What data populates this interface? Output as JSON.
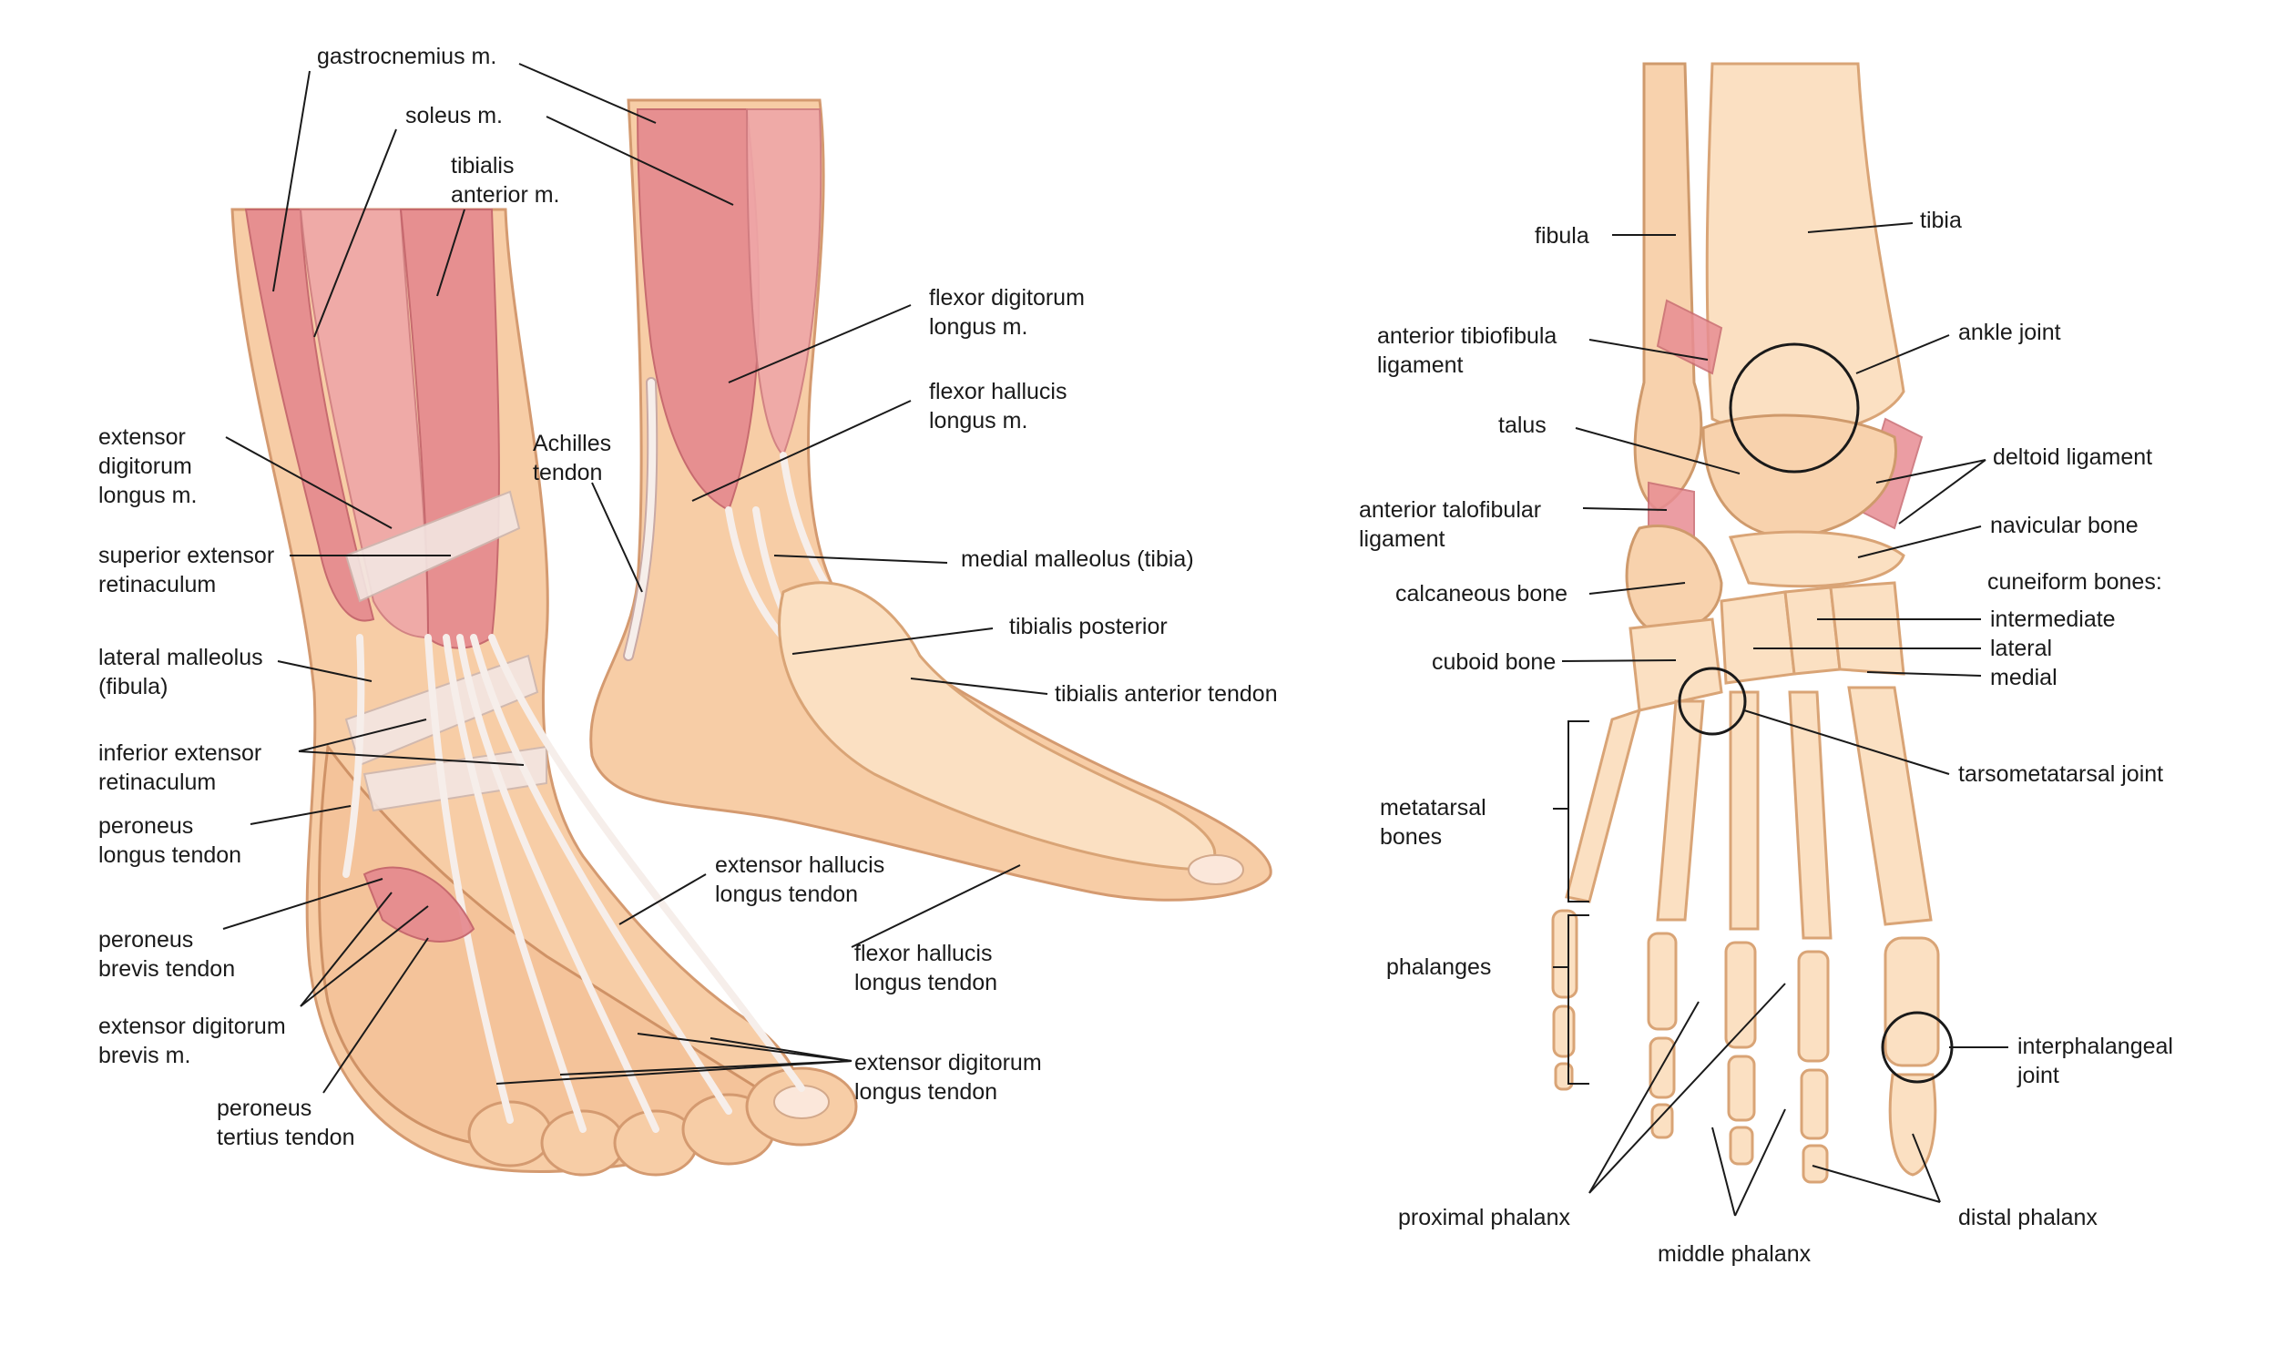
{
  "muscles_view": {
    "labels": [
      {
        "id": "gastrocnemius",
        "lines": [
          "gastrocnemius m."
        ]
      },
      {
        "id": "soleus",
        "lines": [
          "soleus m."
        ]
      },
      {
        "id": "tibialis_anterior_m",
        "lines": [
          "tibialis",
          "anterior m."
        ]
      },
      {
        "id": "extensor_digitorum_longus_m",
        "lines": [
          "extensor",
          "digitorum",
          "longus m."
        ]
      },
      {
        "id": "superior_extensor_retinaculum",
        "lines": [
          "superior extensor",
          "retinaculum"
        ]
      },
      {
        "id": "lateral_malleolus",
        "lines": [
          "lateral malleolus",
          "(fibula)"
        ]
      },
      {
        "id": "inferior_extensor_retinaculum",
        "lines": [
          "inferior extensor",
          "retinaculum"
        ]
      },
      {
        "id": "peroneus_longus_tendon",
        "lines": [
          "peroneus",
          "longus tendon"
        ]
      },
      {
        "id": "peroneus_brevis_tendon",
        "lines": [
          "peroneus",
          "brevis tendon"
        ]
      },
      {
        "id": "extensor_digitorum_brevis",
        "lines": [
          "extensor digitorum",
          "brevis m."
        ]
      },
      {
        "id": "peroneus_tertius_tendon",
        "lines": [
          "peroneus",
          "tertius tendon"
        ]
      },
      {
        "id": "achilles_tendon",
        "lines": [
          "Achilles",
          "tendon"
        ]
      },
      {
        "id": "flexor_digitorum_longus_m",
        "lines": [
          "flexor digitorum",
          "longus m."
        ]
      },
      {
        "id": "flexor_hallucis_longus_m",
        "lines": [
          "flexor hallucis",
          "longus m."
        ]
      },
      {
        "id": "medial_malleolus",
        "lines": [
          "medial malleolus (tibia)"
        ]
      },
      {
        "id": "tibialis_posterior",
        "lines": [
          "tibialis posterior"
        ]
      },
      {
        "id": "tibialis_anterior_tendon",
        "lines": [
          "tibialis anterior tendon"
        ]
      },
      {
        "id": "extensor_hallucis_longus_tendon",
        "lines": [
          "extensor hallucis",
          "longus tendon"
        ]
      },
      {
        "id": "flexor_hallucis_longus_tendon",
        "lines": [
          "flexor hallucis",
          "longus tendon"
        ]
      },
      {
        "id": "extensor_digitorum_longus_tendon",
        "lines": [
          "extensor digitorum",
          "longus tendon"
        ]
      }
    ]
  },
  "bones_view": {
    "labels": [
      {
        "id": "fibula",
        "lines": [
          "fibula"
        ]
      },
      {
        "id": "tibia",
        "lines": [
          "tibia"
        ]
      },
      {
        "id": "anterior_tibiofibula_ligament",
        "lines": [
          "anterior tibiofibula",
          "ligament"
        ]
      },
      {
        "id": "ankle_joint",
        "lines": [
          "ankle joint"
        ]
      },
      {
        "id": "talus",
        "lines": [
          "talus"
        ]
      },
      {
        "id": "deltoid_ligament",
        "lines": [
          "deltoid ligament"
        ]
      },
      {
        "id": "anterior_talofibular_ligament",
        "lines": [
          "anterior talofibular",
          "ligament"
        ]
      },
      {
        "id": "navicular_bone",
        "lines": [
          "navicular bone"
        ]
      },
      {
        "id": "cuneiform_bones",
        "lines": [
          "cuneiform bones:"
        ]
      },
      {
        "id": "calcaneous_bone",
        "lines": [
          "calcaneous bone"
        ]
      },
      {
        "id": "intermediate",
        "lines": [
          "intermediate"
        ]
      },
      {
        "id": "lateral",
        "lines": [
          "lateral"
        ]
      },
      {
        "id": "cuboid_bone",
        "lines": [
          "cuboid bone"
        ]
      },
      {
        "id": "medial",
        "lines": [
          "medial"
        ]
      },
      {
        "id": "tarsometatarsal_joint",
        "lines": [
          "tarsometatarsal joint"
        ]
      },
      {
        "id": "metatarsal_bones",
        "lines": [
          "metatarsal",
          "bones"
        ]
      },
      {
        "id": "phalanges",
        "lines": [
          "phalanges"
        ]
      },
      {
        "id": "interphalangeal_joint",
        "lines": [
          "interphalangeal",
          "joint"
        ]
      },
      {
        "id": "proximal_phalanx",
        "lines": [
          "proximal phalanx"
        ]
      },
      {
        "id": "middle_phalanx",
        "lines": [
          "middle phalanx"
        ]
      },
      {
        "id": "distal_phalanx",
        "lines": [
          "distal phalanx"
        ]
      }
    ]
  },
  "colors": {
    "skin": "#f7cda6",
    "muscle": "#e58a8f",
    "tendon": "#f6eeea",
    "bone": "#fbe0c2",
    "ligament": "#e88d93",
    "label_text": "#1a1a1a"
  }
}
